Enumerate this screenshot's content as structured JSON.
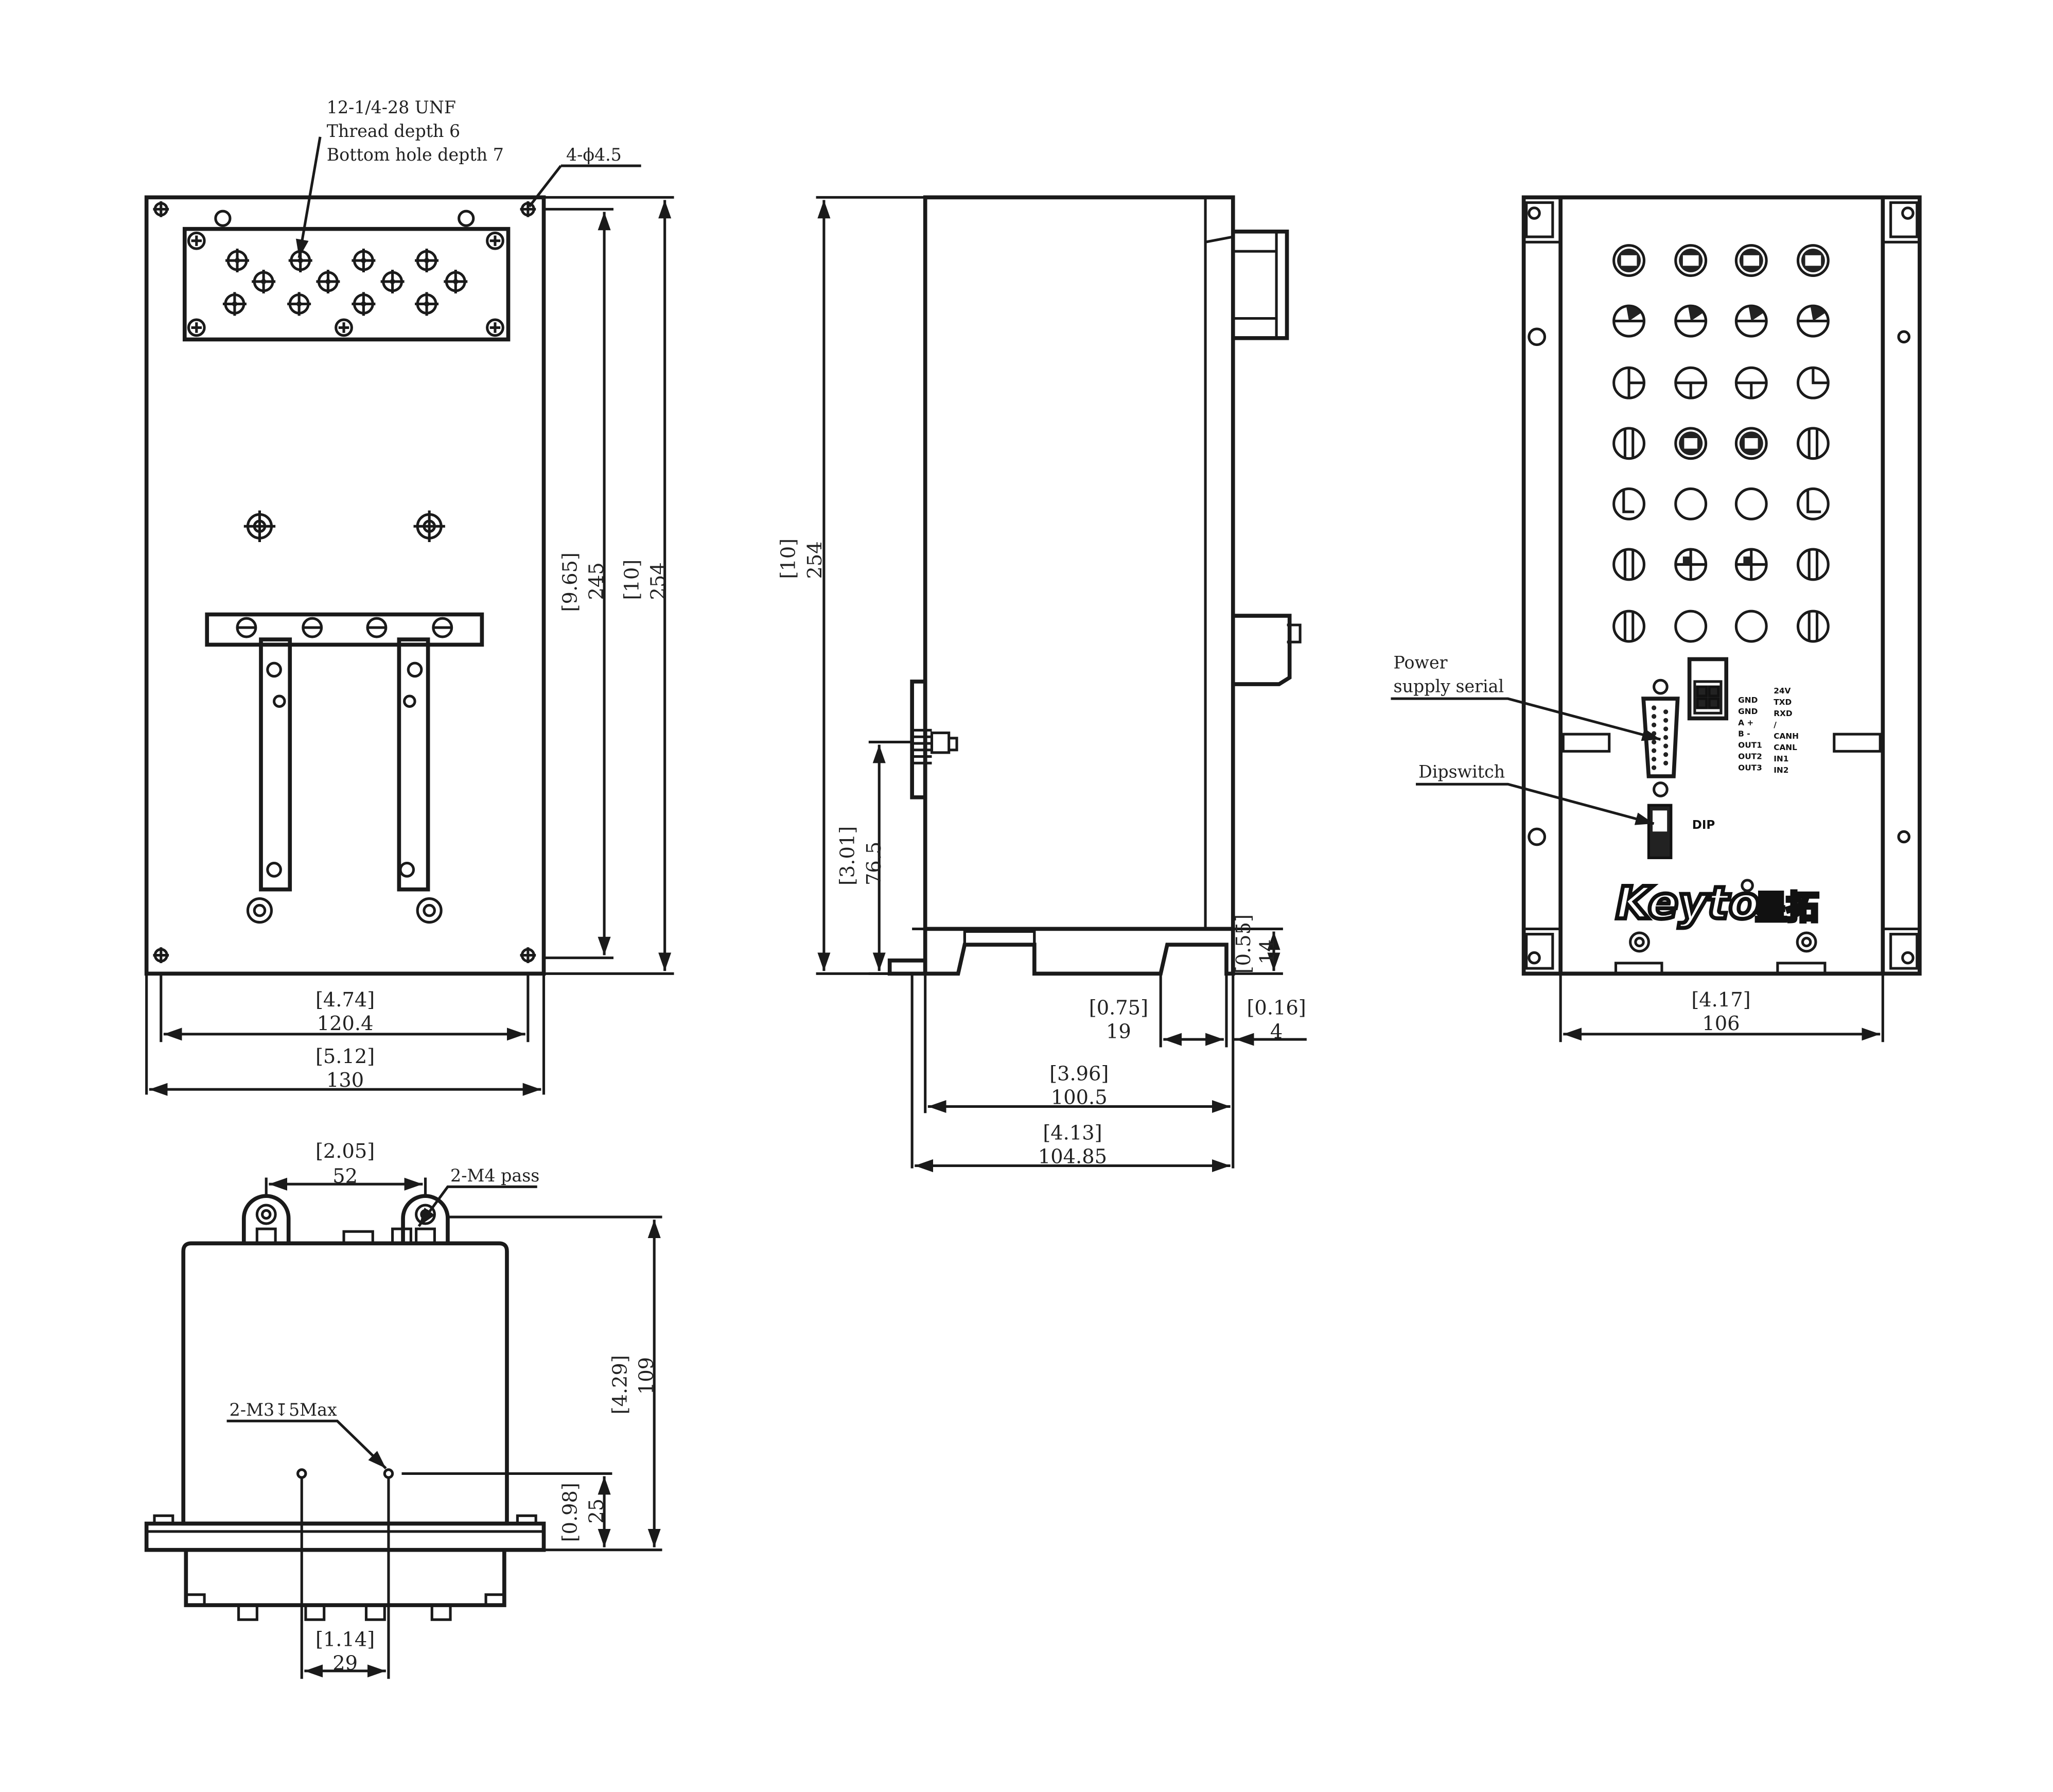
{
  "front_view": {
    "callout_thread": [
      "12-1/4-28 UNF",
      "Thread depth 6",
      "Bottom hole depth 7"
    ],
    "callout_holes": "4-ϕ4.5",
    "dims": {
      "inner_height_in": "[9.65]",
      "inner_height_mm": "245",
      "outer_height_in": "[10]",
      "outer_height_mm": "254",
      "hole_span_in": "[4.74]",
      "hole_span_mm": "120.4",
      "width_in": "[5.12]",
      "width_mm": "130"
    }
  },
  "side_view": {
    "dims": {
      "height_in": "[10]",
      "height_mm": "254",
      "port_height_in": "[3.01]",
      "port_height_mm": "76.5",
      "foot_in": "[0.55]",
      "foot_mm": "14",
      "notch_in": "[0.75]",
      "notch_mm": "19",
      "flange_in": "[0.16]",
      "flange_mm": "4",
      "body_depth_in": "[3.96]",
      "body_depth_mm": "100.5",
      "total_depth_in": "[4.13]",
      "total_depth_mm": "104.85"
    }
  },
  "rear_view": {
    "label_power": [
      "Power",
      "supply serial"
    ],
    "label_dip": "Dipswitch",
    "dip_text": "DIP",
    "pins_left": [
      "GND",
      "GND",
      "A +",
      "B -",
      "OUT1",
      "OUT2",
      "OUT3"
    ],
    "pins_right": [
      "24V",
      "TXD",
      "RXD",
      "/",
      "CANH",
      "CANL",
      "IN1",
      "IN2"
    ],
    "brand": "Keyto",
    "brand_cn": "星拓",
    "dims": {
      "width_in": "[4.17]",
      "width_mm": "106"
    }
  },
  "top_view": {
    "callout_pass": "2-M4 pass",
    "callout_tap": "2-M3↧5Max",
    "dims": {
      "lug_span_in": "[2.05]",
      "lug_span_mm": "52",
      "height_in": "[4.29]",
      "height_mm": "109",
      "hole_height_in": "[0.98]",
      "hole_height_mm": "25",
      "hole_span_in": "[1.14]",
      "hole_span_mm": "29"
    }
  }
}
